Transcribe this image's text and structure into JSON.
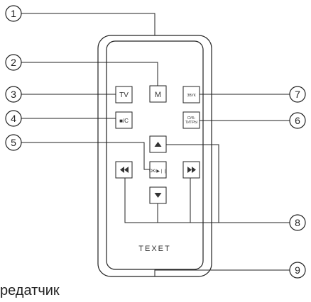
{
  "diagram": {
    "callouts": [
      "1",
      "2",
      "3",
      "4",
      "5",
      "6",
      "7",
      "8",
      "9"
    ],
    "buttons": {
      "m": "M",
      "tv": "TV",
      "stop": "■/C",
      "zvuk": "ЗВУК",
      "subtitles_line1": "СУБ-",
      "subtitles_line2": "ТИТРЫ",
      "ok": "OK/▶❘❘"
    },
    "brand": "TEXET",
    "caption": "редатчик"
  },
  "colors": {
    "stroke": "#222222",
    "background": "#ffffff"
  }
}
